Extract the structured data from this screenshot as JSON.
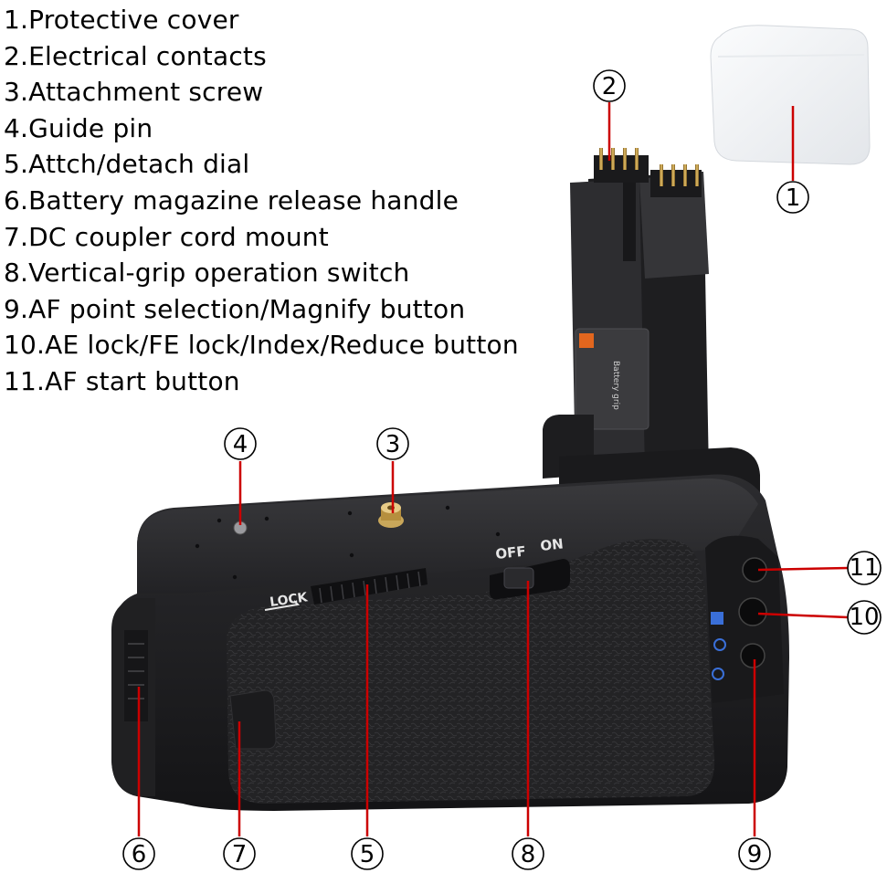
{
  "legend": [
    "1.Protective cover",
    "2.Electrical contacts",
    "3.Attachment screw",
    "4.Guide pin",
    "5.Attch/detach dial",
    "6.Battery magazine release handle",
    "7.DC coupler cord mount",
    "8.Vertical-grip operation switch",
    "9.AF point selection/Magnify button",
    "10.AE lock/FE lock/Index/Reduce button",
    "11.AF start button"
  ],
  "callouts": [
    "1",
    "2",
    "3",
    "4",
    "5",
    "6",
    "7",
    "8",
    "9",
    "10",
    "11"
  ],
  "switch": {
    "off": "OFF",
    "on": "ON"
  },
  "dial_label": "LOCK",
  "battery_label": "Battery grip",
  "colors": {
    "leader": "#cc0000",
    "body": "#1c1c1e",
    "grip": "#262628",
    "cover": "#f4f5f7"
  }
}
